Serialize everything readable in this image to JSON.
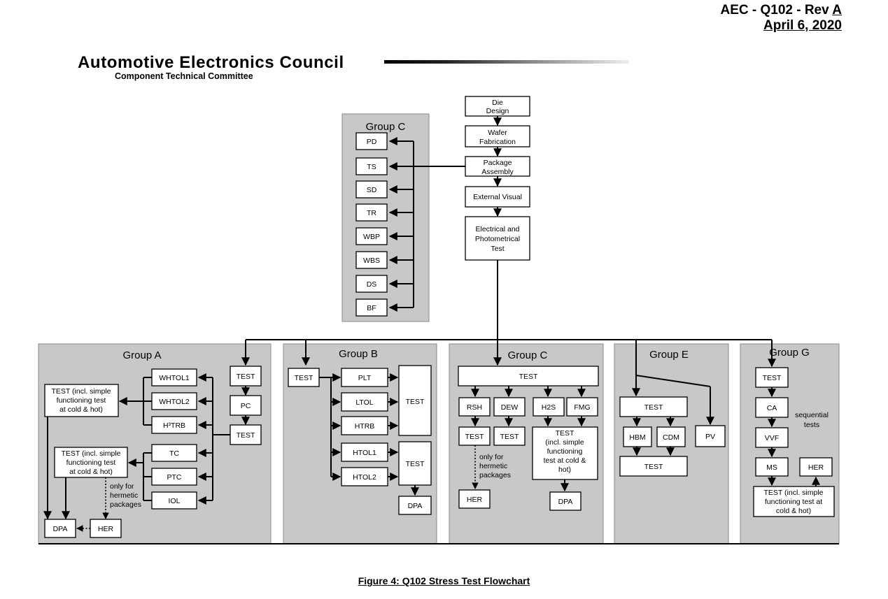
{
  "header": {
    "doc_id": "AEC - Q102 - Rev ",
    "rev": "A",
    "date": "April 6, 2020",
    "org": "Automotive Electronics Council",
    "committee": "Component Technical Committee"
  },
  "caption": "Figure 4:  Q102 Stress Test Flowchart",
  "main_flow": {
    "die_design": [
      "Die",
      "Design"
    ],
    "wafer": [
      "Wafer",
      "Fabrication"
    ],
    "package": [
      "Package",
      "Assembly"
    ],
    "visual": [
      "External Visual"
    ],
    "elec": [
      "Electrical and",
      "Photometrical",
      "Test"
    ]
  },
  "group_c_top": {
    "title": "Group C",
    "items": [
      "PD",
      "TS",
      "SD",
      "TR",
      "WBP",
      "WBS",
      "DS",
      "BF"
    ]
  },
  "group_a": {
    "title": "Group A",
    "whtol1": "WHTOL1",
    "whtol2": "WHTOL2",
    "h3trb": "H³TRB",
    "tc": "TC",
    "ptc": "PTC",
    "iol": "IOL",
    "test_top": "TEST",
    "pc": "PC",
    "test_mid": "TEST",
    "test_long1": [
      "TEST (incl. simple",
      "functioning test",
      "at cold & hot)"
    ],
    "test_long2": [
      "TEST (incl. simple",
      "functioning test",
      "at cold & hot)"
    ],
    "dpa": "DPA",
    "her": "HER",
    "note": [
      "only for",
      "hermetic",
      "packages"
    ]
  },
  "group_b": {
    "title": "Group B",
    "test": "TEST",
    "plt": "PLT",
    "ltol": "LTOL",
    "htrb": "HTRB",
    "htol1": "HTOL1",
    "htol2": "HTOL2",
    "test_big1": "TEST",
    "test_big2": "TEST",
    "dpa": "DPA"
  },
  "group_c": {
    "title": "Group C",
    "test": "TEST",
    "rsh": "RSH",
    "dew": "DEW",
    "h2s": "H2S",
    "fmg": "FMG",
    "test_rsh": "TEST",
    "test_dew": "TEST",
    "test_long": [
      "TEST",
      "(incl. simple",
      "functioning",
      "test at cold &",
      "hot)"
    ],
    "her": "HER",
    "dpa": "DPA",
    "note": [
      "only for",
      "hermetic",
      "packages"
    ]
  },
  "group_e": {
    "title": "Group E",
    "test": "TEST",
    "hbm": "HBM",
    "cdm": "CDM",
    "pv": "PV",
    "test2": "TEST"
  },
  "group_g": {
    "title": "Group G",
    "test": "TEST",
    "ca": "CA",
    "vvf": "VVF",
    "ms": "MS",
    "her": "HER",
    "test_long": [
      "TEST (incl. simple",
      "functioning test at",
      "cold & hot)"
    ],
    "note": [
      "sequential",
      "tests"
    ]
  }
}
